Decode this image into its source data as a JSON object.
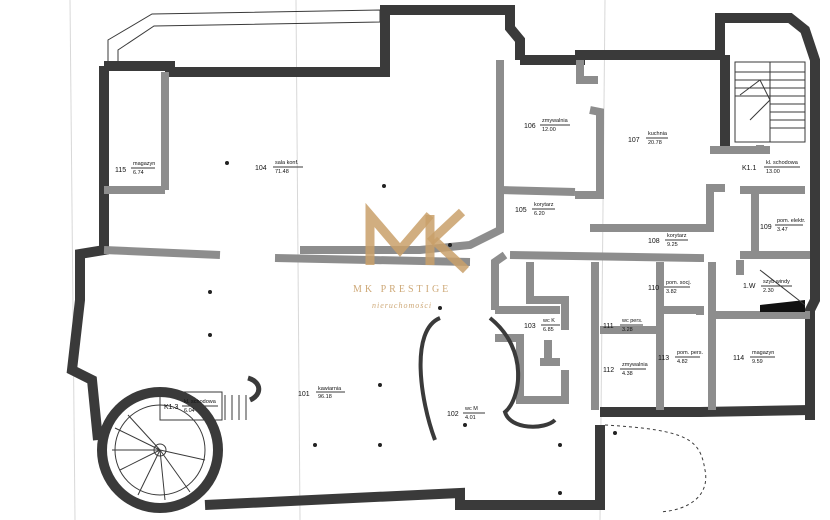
{
  "rooms": [
    {
      "id": "r101",
      "num": "101",
      "name": "kawiarnia",
      "area": "96.18"
    },
    {
      "id": "r102",
      "num": "102",
      "name": "wc M",
      "area": "4.01"
    },
    {
      "id": "r103",
      "num": "103",
      "name": "wc K",
      "area": "6.85"
    },
    {
      "id": "r104",
      "num": "104",
      "name": "sala konf.",
      "area": "71.48"
    },
    {
      "id": "r105",
      "num": "105",
      "name": "korytarz",
      "area": "6.20"
    },
    {
      "id": "r106",
      "num": "106",
      "name": "zmywalnia",
      "area": "12.00"
    },
    {
      "id": "r107",
      "num": "107",
      "name": "kuchnia",
      "area": "20.78"
    },
    {
      "id": "r108",
      "num": "108",
      "name": "korytarz",
      "area": "9.25"
    },
    {
      "id": "r109",
      "num": "109",
      "name": "pom. elektr.",
      "area": "3.47"
    },
    {
      "id": "r110",
      "num": "110",
      "name": "pom. socj.",
      "area": "3.82"
    },
    {
      "id": "r111",
      "num": "111",
      "name": "wc pers.",
      "area": "3.28"
    },
    {
      "id": "r112",
      "num": "112",
      "name": "zmywalnia",
      "area": "4.38"
    },
    {
      "id": "r113",
      "num": "113",
      "name": "pom. pers.",
      "area": "4.82"
    },
    {
      "id": "r114",
      "num": "114",
      "name": "magazyn",
      "area": "9.59"
    },
    {
      "id": "r115",
      "num": "115",
      "name": "magazyn",
      "area": "6.74"
    },
    {
      "id": "k11",
      "num": "K1.1",
      "name": "kl. schodowa",
      "area": "13.00"
    },
    {
      "id": "k13",
      "num": "K1.3",
      "name": "kl. schodowa",
      "area": "6.04"
    },
    {
      "id": "w1",
      "num": "1.W",
      "name": "szyb windy",
      "area": "2.30"
    }
  ],
  "logo": {
    "brand": "MK PRESTIGE",
    "tagline": "nieruchomości",
    "color": "#c9a06a"
  },
  "colors": {
    "wall": "#9a9a9a",
    "line": "#3a3a3a",
    "paper": "#ffffff"
  }
}
